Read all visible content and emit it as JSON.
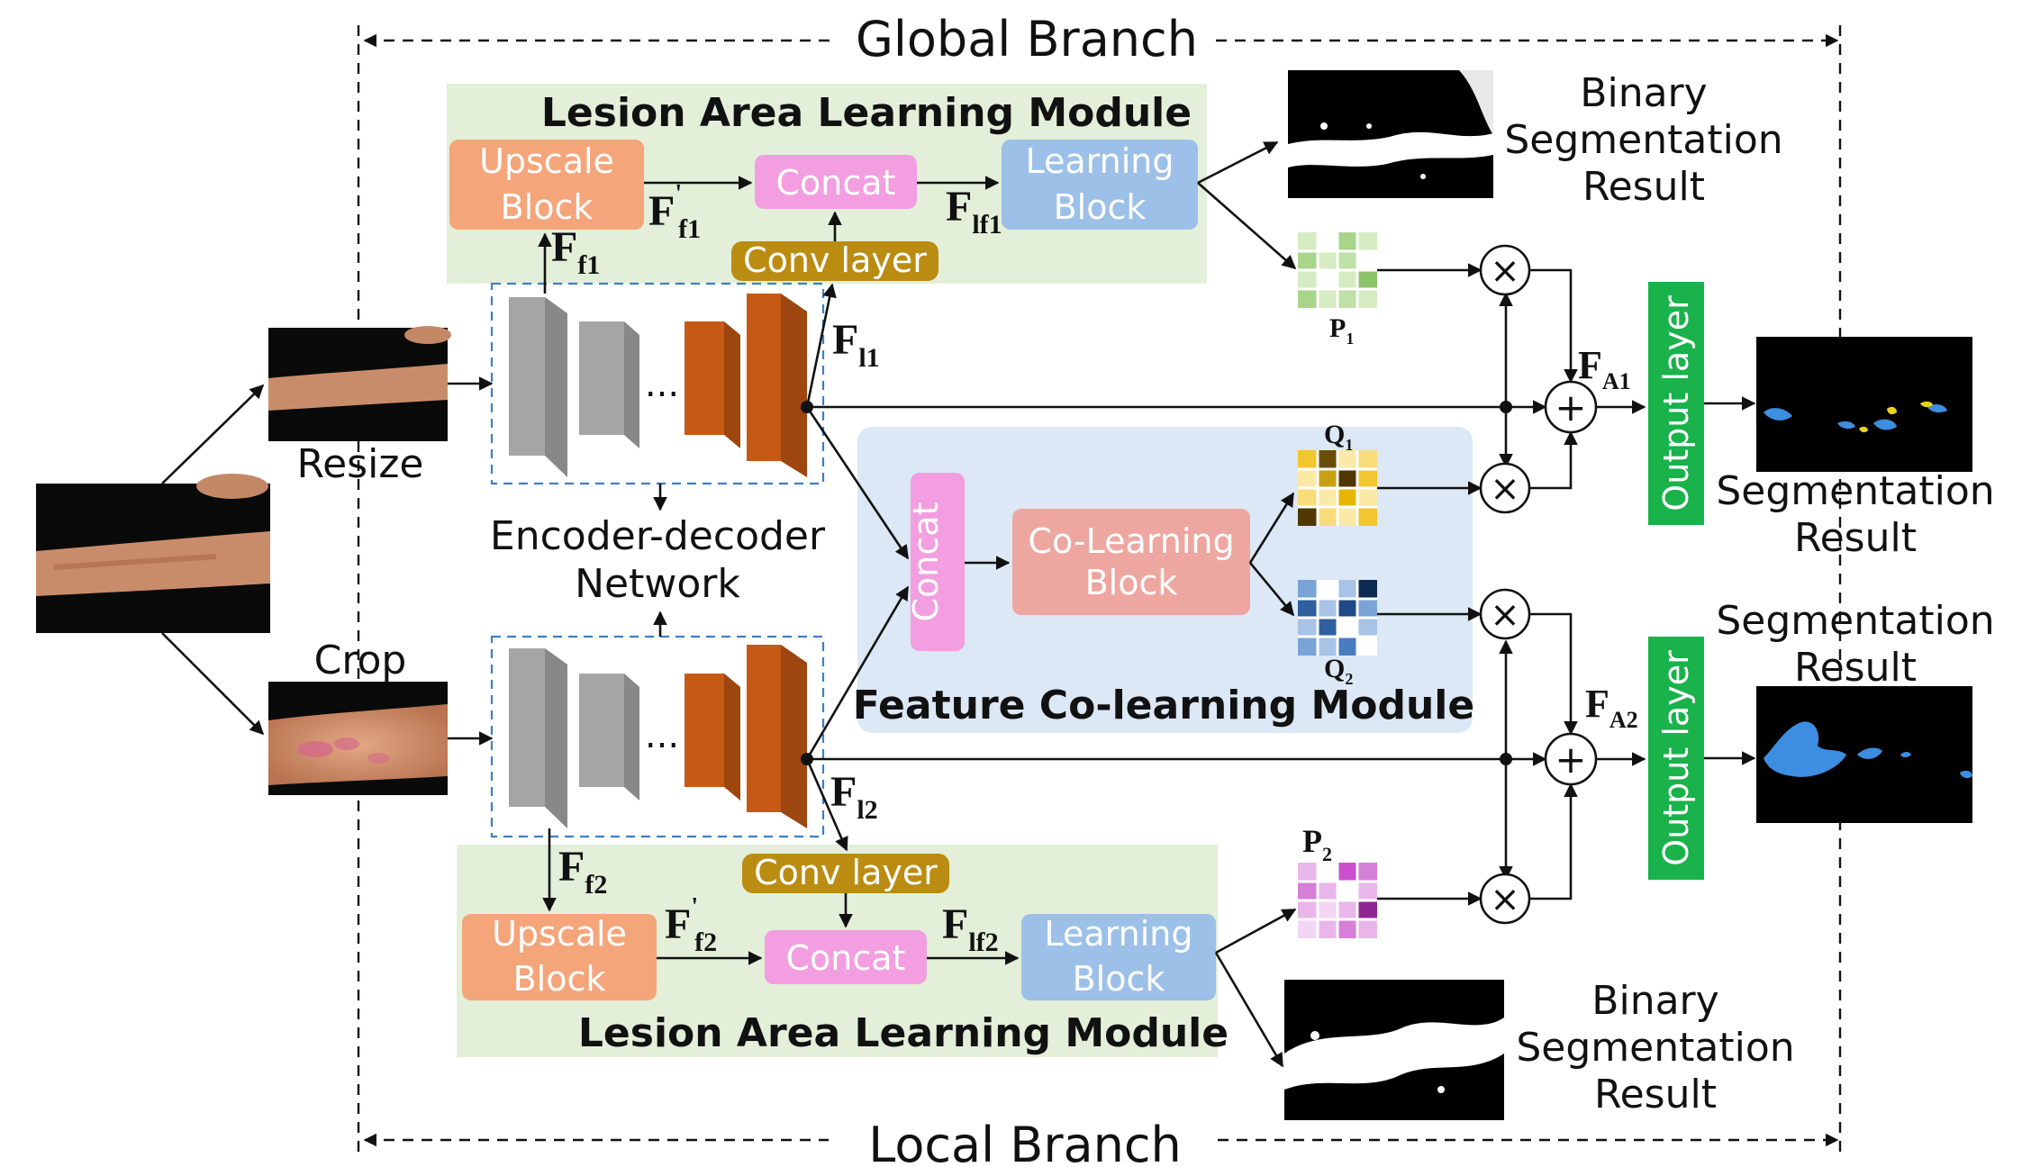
{
  "branches": {
    "global": "Global Branch",
    "local": "Local Branch"
  },
  "modules": {
    "lesion_top": "Lesion Area  Learning  Module",
    "lesion_bottom": "Lesion Area Learning Module",
    "co_learning": "Feature Co-learning Module"
  },
  "blocks": {
    "upscale_line1": "Upscale",
    "upscale_line2": "Block",
    "concat": "Concat",
    "learning_line1": "Learning",
    "learning_line2": "Block",
    "conv_layer": "Conv layer",
    "co_learning_line1": "Co-Learning",
    "co_learning_line2": "Block",
    "output_layer": "Output layer"
  },
  "labels": {
    "resize": "Resize",
    "crop": "Crop",
    "encoder_line1": "Encoder-decoder",
    "encoder_line2": "Network",
    "ellipsis": "...",
    "binary_line1": "Binary",
    "binary_line2": "Segmentation",
    "binary_line3": "Result",
    "seg_line1": "Segmentation",
    "seg_line2": "Result"
  },
  "symbols": {
    "F": "F",
    "P": "P",
    "Q": "Q",
    "prime": "'",
    "f1": "f1",
    "f2": "f2",
    "l1": "l1",
    "l2": "l2",
    "lf1": "lf1",
    "lf2": "lf2",
    "A1": "A1",
    "A2": "A2",
    "one": "1",
    "two": "2",
    "times": "×",
    "plus": "+"
  },
  "colors": {
    "module_green": "#e3efd9",
    "module_blue": "#dce8f5",
    "upscale": "#f4a57a",
    "concat": "#f29ee0",
    "learning": "#9cc0e8",
    "conv": "#bb8c12",
    "colearning": "#eda6a0",
    "output": "#19b24b",
    "encoder_gray": "#a5a5a5",
    "decoder_orange": "#c65a14"
  }
}
